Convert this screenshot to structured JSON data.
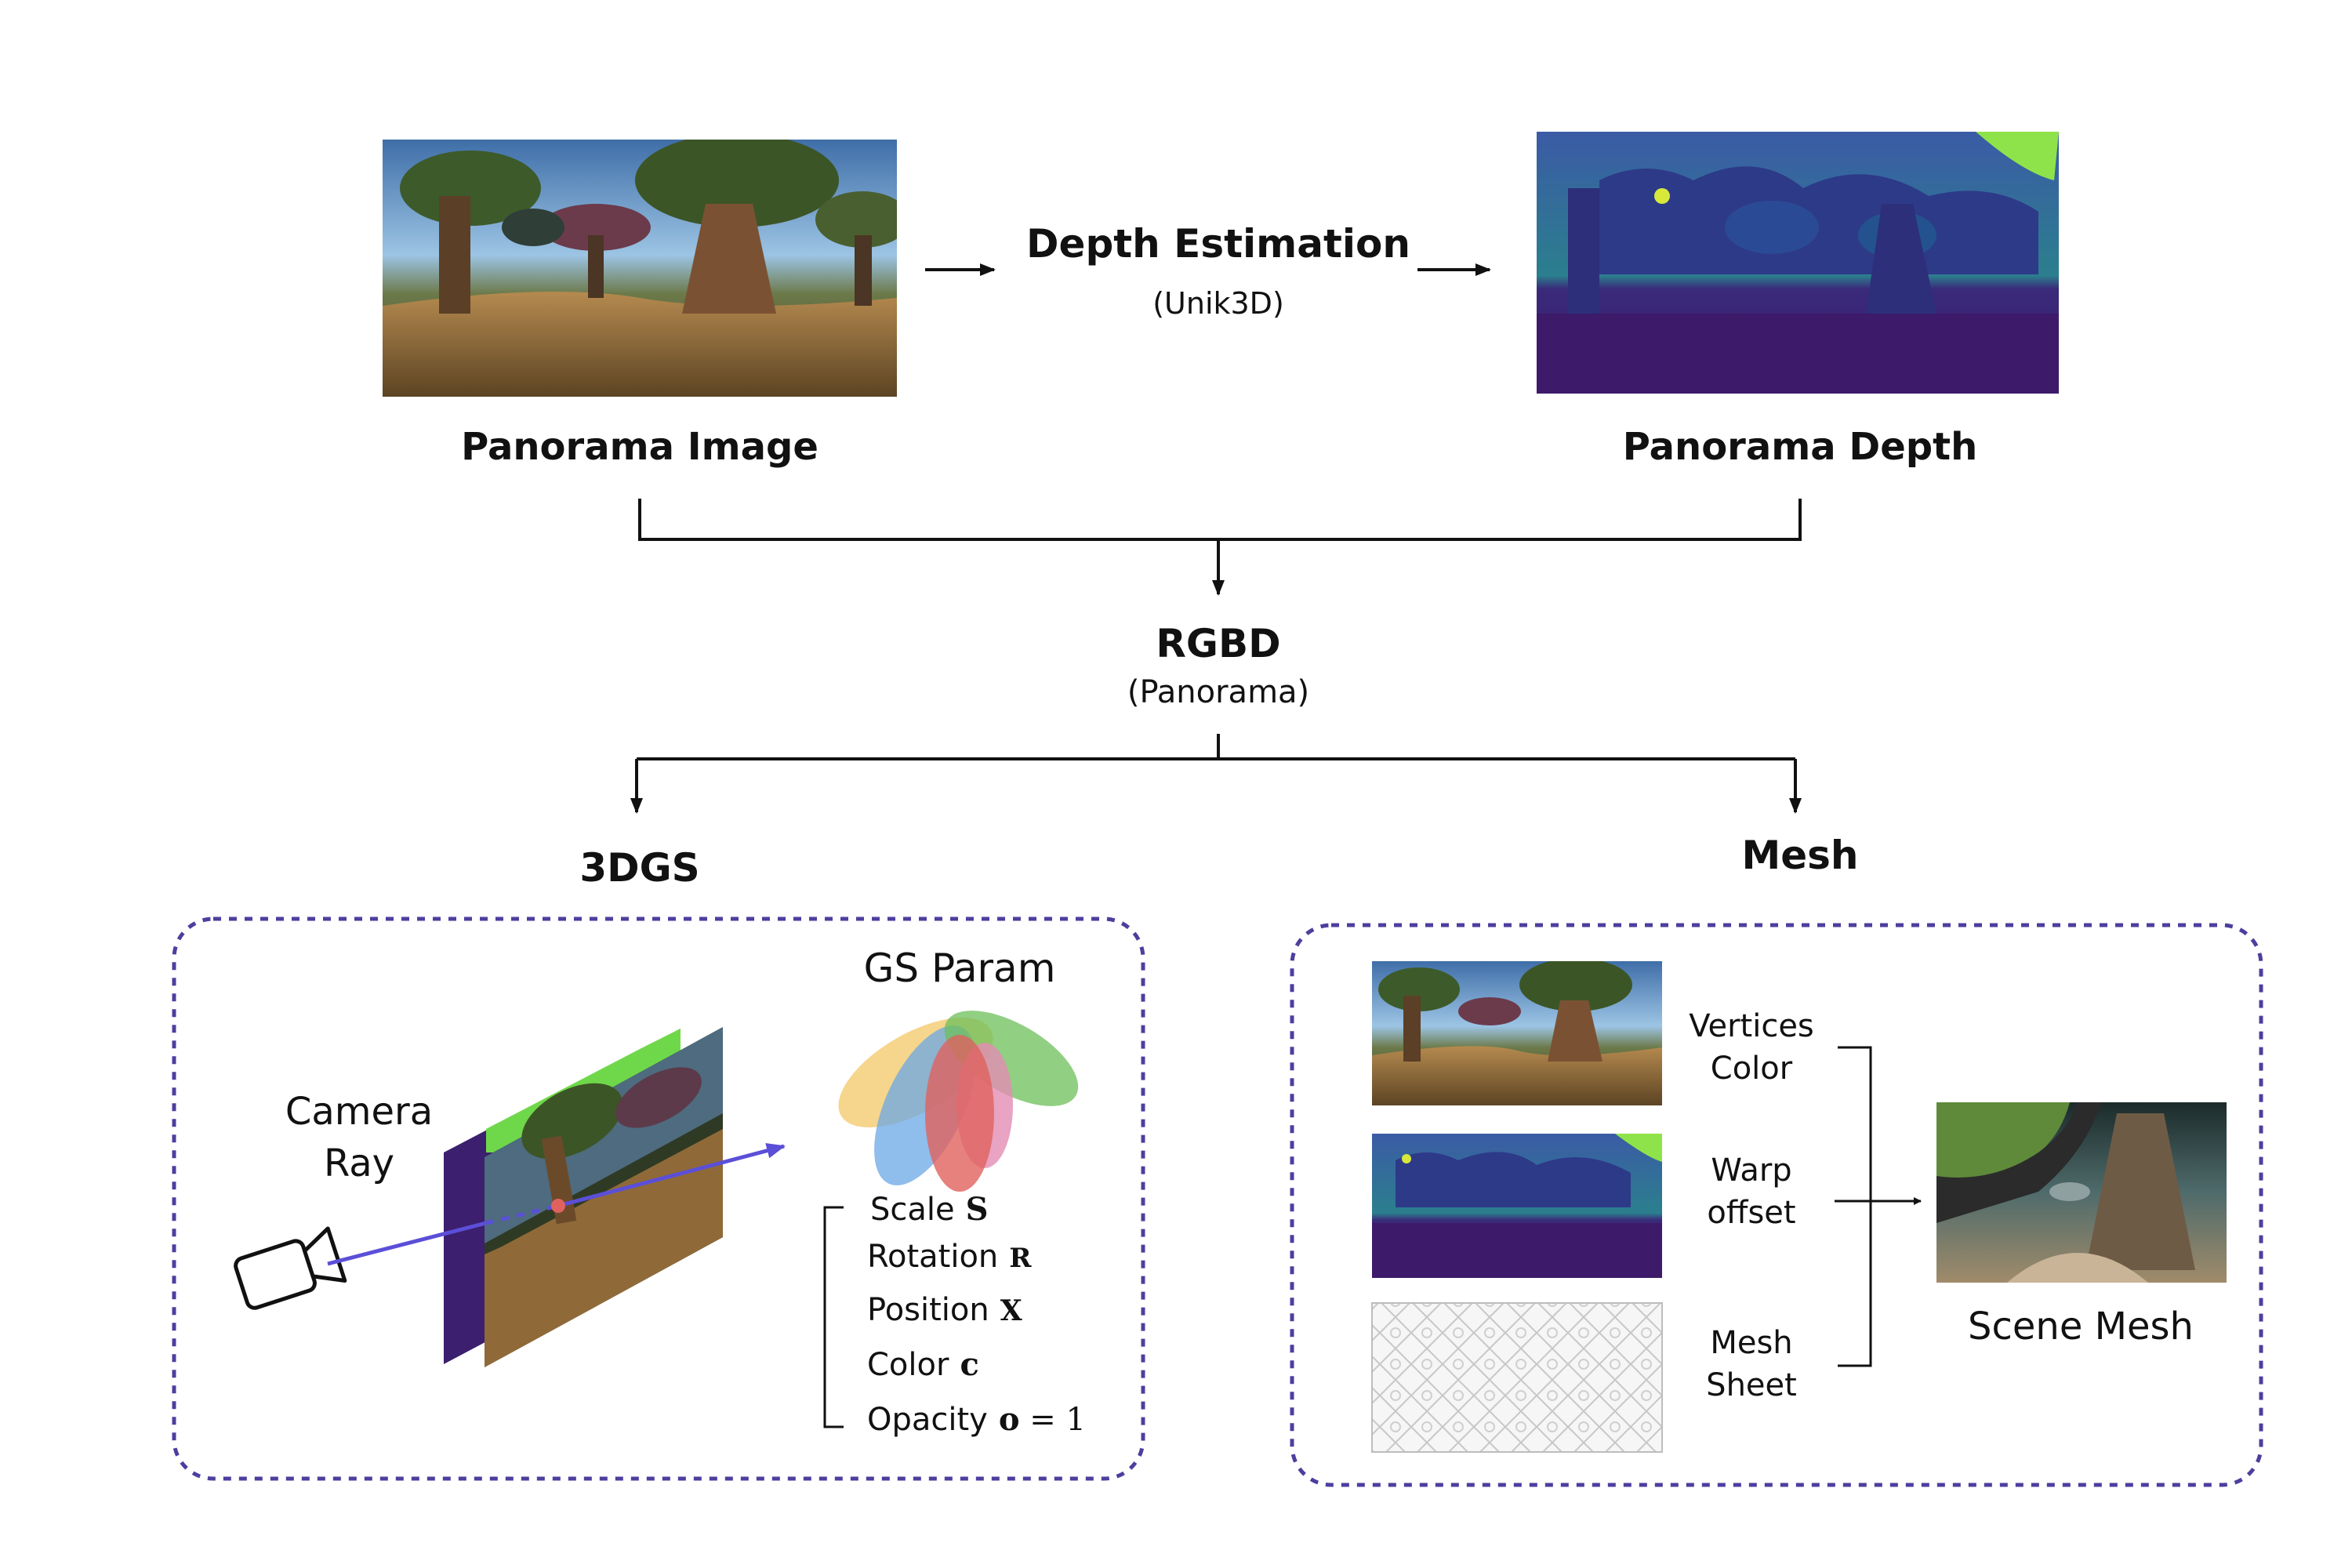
{
  "top": {
    "panorama_image_label": "Panorama Image",
    "depth_estimation_label": "Depth Estimation",
    "depth_estimation_model": "(Unik3D)",
    "panorama_depth_label": "Panorama Depth"
  },
  "middle": {
    "rgbd_label": "RGBD",
    "rgbd_sub": "(Panorama)"
  },
  "branches": {
    "gs_title": "3DGS",
    "mesh_title": "Mesh"
  },
  "gs_panel": {
    "camera_ray_line1": "Camera",
    "camera_ray_line2": "Ray",
    "gs_param_title": "GS Param",
    "params": [
      {
        "name": "Scale",
        "symbol": "S",
        "suffix": ""
      },
      {
        "name": "Rotation",
        "symbol": "R",
        "suffix": ""
      },
      {
        "name": "Position",
        "symbol": "X",
        "suffix": ""
      },
      {
        "name": "Color",
        "symbol": "c",
        "suffix": ""
      },
      {
        "name": "Opacity",
        "symbol": "o",
        "suffix": " = 1"
      }
    ]
  },
  "mesh_panel": {
    "vertices_line1": "Vertices",
    "vertices_line2": "Color",
    "warp_line1": "Warp",
    "warp_line2": "offset",
    "sheet_line1": "Mesh",
    "sheet_line2": "Sheet",
    "scene_mesh_label": "Scene Mesh"
  },
  "colors": {
    "panel_border": "#4b3f9e",
    "ray": "#5b4fd8",
    "depth_bg": "#3b1f6e",
    "depth_highlight": "#8fe34a",
    "gaussian_yellow": "#f3c766",
    "gaussian_blue": "#6aa7e6",
    "gaussian_red": "#e0625e",
    "gaussian_pink": "#e48cb4",
    "gaussian_green": "#6cbf5a"
  }
}
